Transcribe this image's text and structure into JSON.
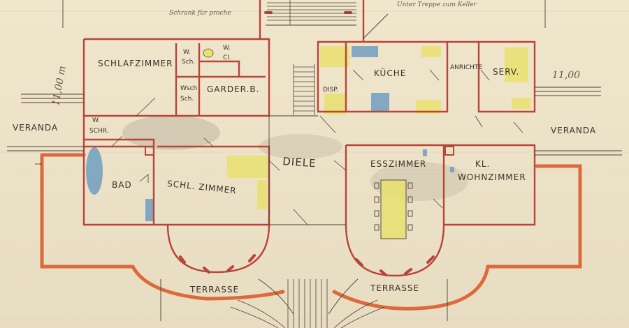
{
  "notes": {
    "top_center": "Schrank für proche",
    "top_right": "Unter Treppe zum Keller",
    "dim_left": "11,00 m",
    "dim_right": "11,00"
  },
  "rooms": {
    "schlafzimmer": "SCHLAFZIMMER",
    "w_sch": "W.",
    "w_sch_2": "Sch.",
    "w_cl": "W.",
    "w_cl_2": "Cl.",
    "garderobe": "GARDER.B.",
    "wsch_small": "Wsch",
    "sch_small": "Sch.",
    "dispens": "DISP.",
    "kueche": "KÜCHE",
    "anrichte": "ANRICHTE",
    "serv": "SERV.",
    "w_schr": "W.",
    "w_schr_2": "SCHR.",
    "bad": "BAD",
    "schl_zimmer": "SCHL. ZIMMER",
    "diele": "DIELE",
    "esszimmer": "ESSZIMMER",
    "kl": "KL.",
    "wohnzimmer": "WOHNZIMMER",
    "veranda_left": "VERANDA",
    "veranda_right": "VERANDA",
    "terrasse_left": "TERRASSE",
    "terrasse_right": "TERRASSE"
  },
  "colors": {
    "paper": "#efe4c8",
    "wall_red": "#b8443a",
    "pencil": "#4a4038",
    "yellow": "#e9e070",
    "blue": "#6f9fc0",
    "terrace_orange": "#dc6a3c"
  }
}
